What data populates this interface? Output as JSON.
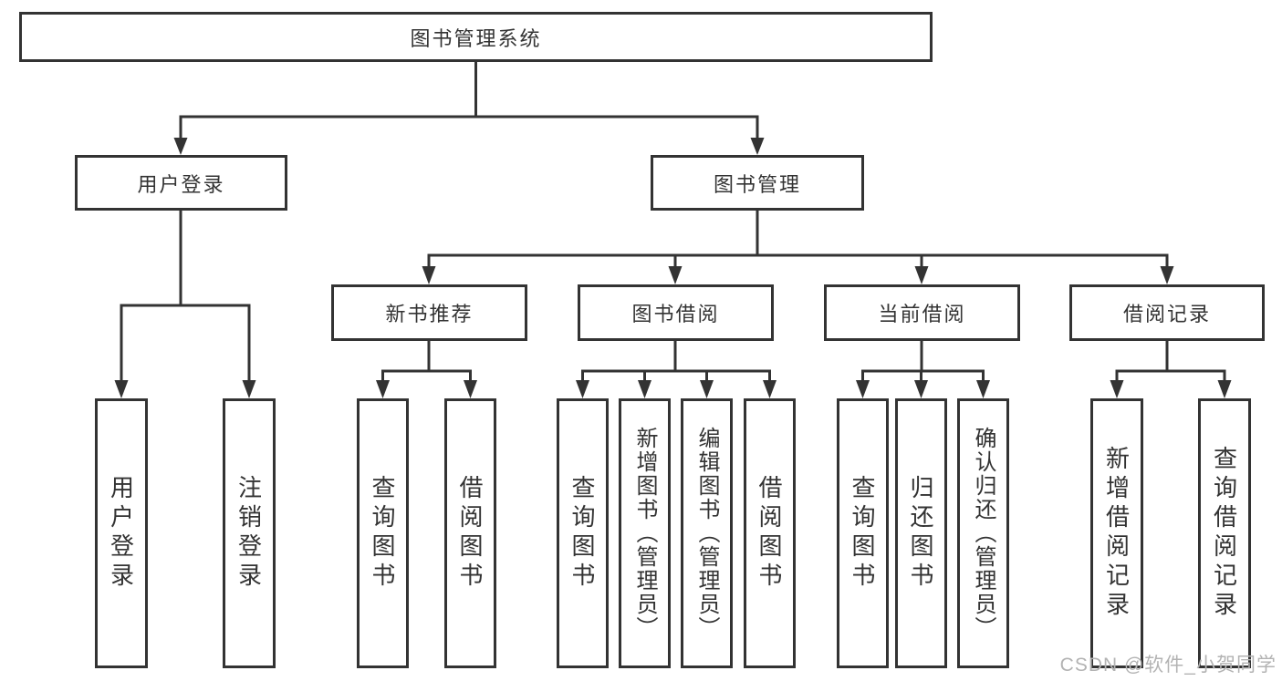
{
  "diagram": {
    "nodes": {
      "root": {
        "label": "图书管理系统"
      },
      "user_login": {
        "label": "用户登录"
      },
      "book_mgmt": {
        "label": "图书管理"
      },
      "new_books": {
        "label": "新书推荐"
      },
      "book_borrow": {
        "label": "图书借阅"
      },
      "current_borrow": {
        "label": "当前借阅"
      },
      "borrow_records": {
        "label": "借阅记录"
      }
    },
    "leaves": {
      "user_login": [
        "用户登录",
        "注销登录"
      ],
      "new_books": [
        "查询图书",
        "借阅图书"
      ],
      "book_borrow": [
        "查询图书",
        "新增图书（管理员）",
        "编辑图书（管理员）",
        "借阅图书"
      ],
      "current_borrow": [
        "查询图书",
        "归还图书",
        "确认归还（管理员）"
      ],
      "borrow_records": [
        "新增借阅记录",
        "查询借阅记录"
      ]
    },
    "watermark": "CSDN @软件_小贺同学",
    "colors": {
      "line": "#333333",
      "text": "#333333",
      "background": "#ffffff",
      "watermark": "#b3b3b3"
    }
  }
}
